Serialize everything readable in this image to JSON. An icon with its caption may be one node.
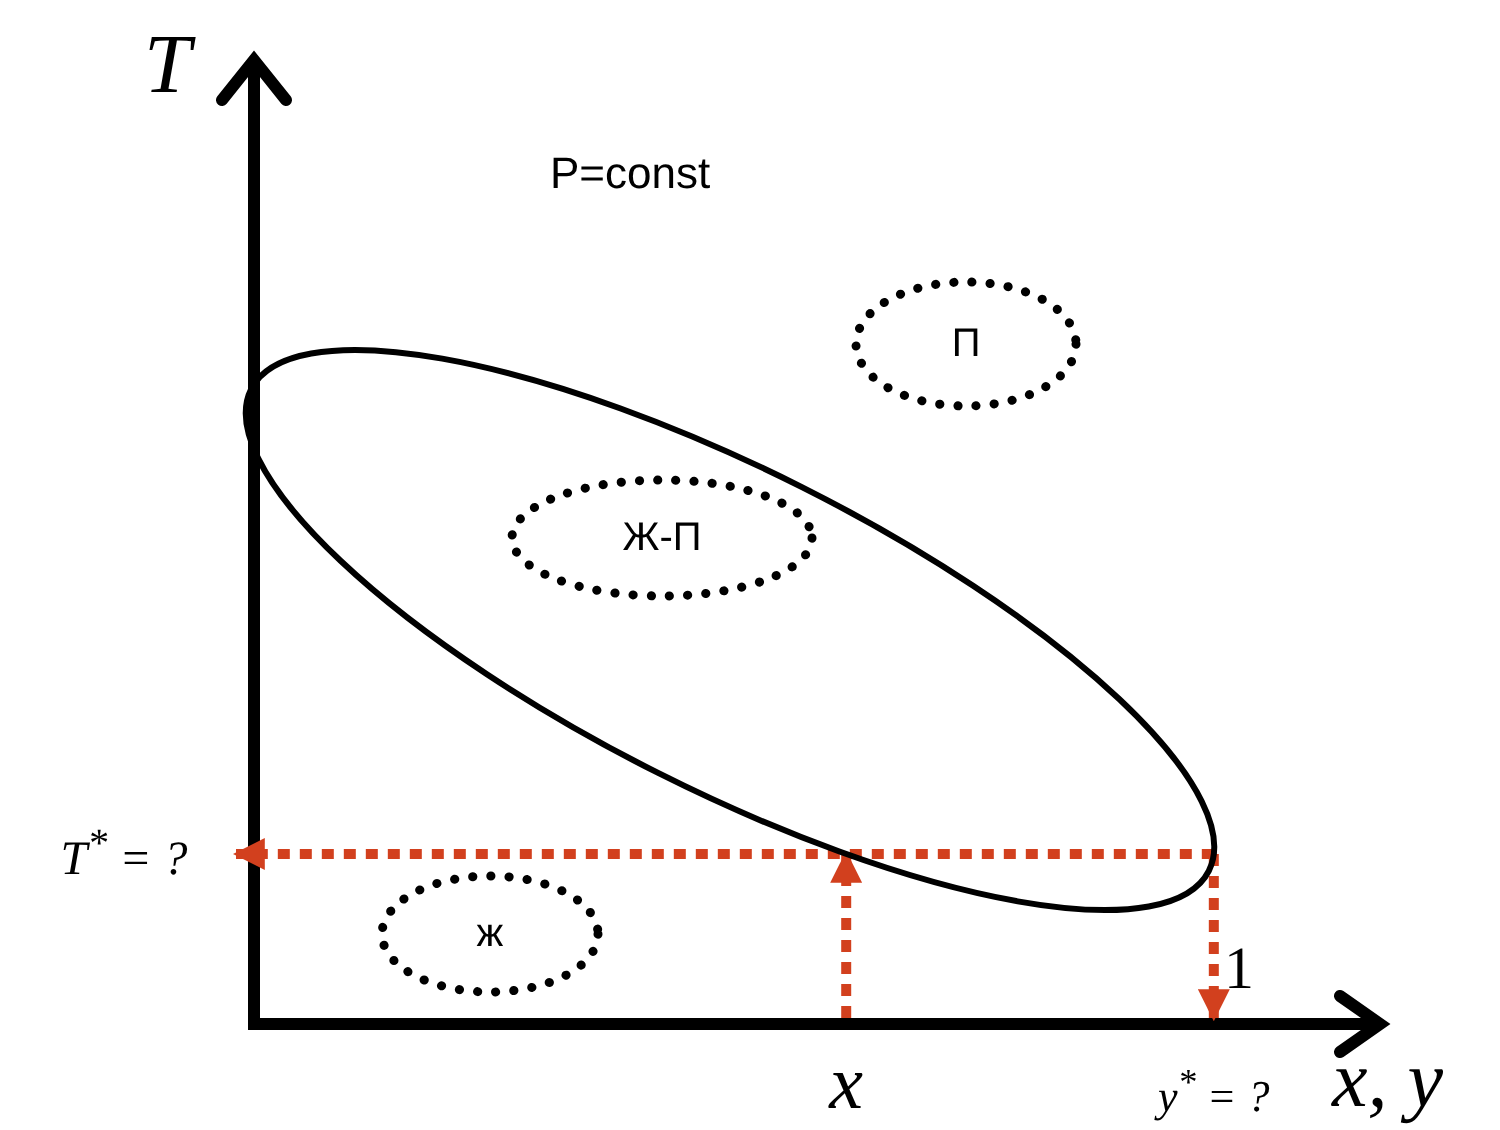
{
  "diagram": {
    "nodes": [
      {
        "text": [
          "П"
        ]
      },
      {
        "text": [],
        "shape": "ellipse"
      },
      {
        "text": [
          "Ж-П"
        ],
        "in": 1
      },
      {
        "text": [
          "ж"
        ]
      },
      {
        "text": [
          "x"
        ]
      },
      {
        "text": [
          "T$^{*}$ = ?"
        ]
      },
      {
        "text": [
          "y$^{*}$ = ?"
        ]
      }
    ],
    "edges": [
      {
        "from": 4,
        "to": 1,
        "arrow": "to",
        "style": "dashed",
        "color": "#d2401e"
      },
      {
        "from": 1,
        "to": 5,
        "arrow": "to",
        "style": "dashed",
        "color": "#d2401e"
      },
      {
        "from": 1,
        "to": 6,
        "arrow": "to",
        "style": "dashed",
        "color": "#d2401e"
      }
    ],
    "labels": [
      "T",
      "P=const",
      "1",
      "x, y"
    ]
  }
}
